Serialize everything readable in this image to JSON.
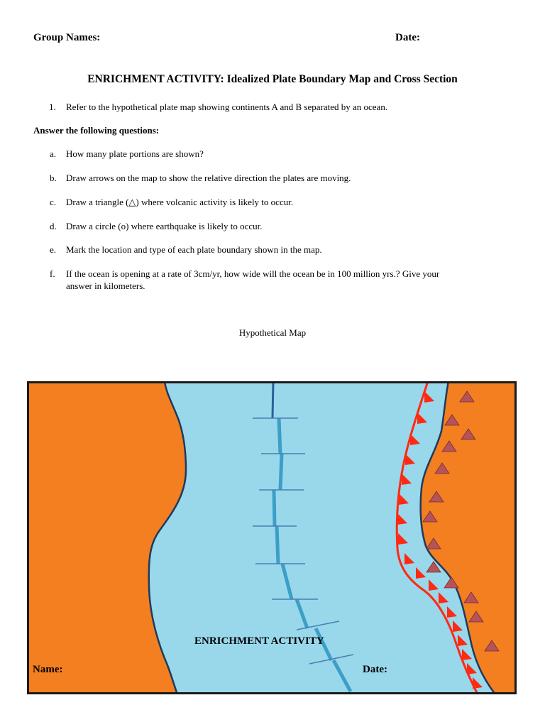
{
  "header": {
    "group_names_label": "Group Names:",
    "date_label": "Date:"
  },
  "title": "ENRICHMENT ACTIVITY: Idealized Plate Boundary Map and Cross Section",
  "item1": {
    "marker": "1.",
    "text": "Refer to the hypothetical plate map showing continents A and B separated by an ocean."
  },
  "answer_heading": "Answer the following questions:",
  "questions": [
    {
      "marker": "a.",
      "text": "How many plate portions are shown?"
    },
    {
      "marker": "b.",
      "text": "Draw arrows on the map to show the relative direction the plates are moving."
    },
    {
      "marker": "c.",
      "text": "Draw a triangle (△) where volcanic activity is likely to occur."
    },
    {
      "marker": "d.",
      "text": "Draw a circle (o) where earthquake is likely to occur."
    },
    {
      "marker": "e.",
      "text": "Mark the location and type of each plate boundary shown in the map."
    },
    {
      "marker": "f.",
      "text": "If the ocean is opening at a rate of 3cm/yr, how wide will the ocean be in 100 million yrs.? Give your",
      "text2": "answer in kilometers."
    }
  ],
  "map_caption": "Hypothetical Map",
  "overlay": {
    "title": "ENRICHMENT ACTIVITY",
    "name_label": "Name:",
    "date_label": "Date:"
  },
  "colors": {
    "continent": "#f47f20",
    "ocean": "#99d7eb",
    "coastline": "#1f3a5c",
    "ridge": "#3b9fc7",
    "subduction": "#ff2a12",
    "volcano": "#b4545a",
    "frame": "#1a1a1a"
  }
}
